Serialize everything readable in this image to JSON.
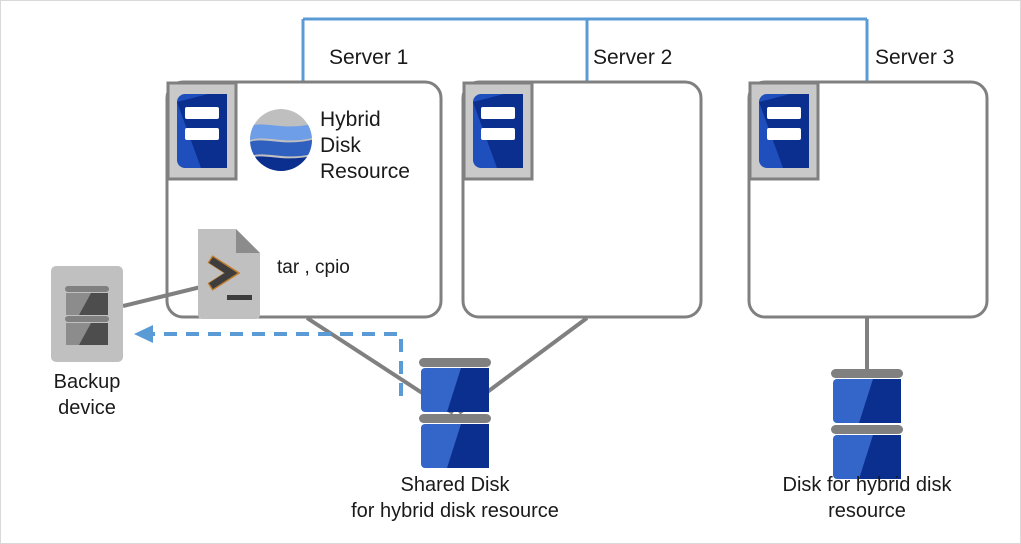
{
  "diagram": {
    "title": "Hybrid disk resource backup configuration",
    "colors": {
      "network_line": "#5b9bd5",
      "connector_line": "#808080",
      "server_box_border": "#808080",
      "disk_blue_light": "#3465c8",
      "disk_blue_dark": "#0b2f8f",
      "disk_cap_gray": "#808080",
      "icon_frame_gray": "#c9c9c9",
      "icon_frame_border": "#808080",
      "backup_gray_light": "#b3b3b3",
      "backup_gray_dark": "#4d4d4d",
      "script_page_gray": "#c0c0c0",
      "text": "#1a1a1a",
      "canvas_border": "#d9d9d9"
    },
    "network": {
      "name": "interconnect-bus",
      "orientation": "horizontal-bus-with-drops",
      "drop_count": 3
    },
    "servers": [
      {
        "id": "server-1",
        "label": "Server 1",
        "resources": [
          {
            "id": "hybrid-disk-resource",
            "icon": "globe-icon",
            "label": "Hybrid\nDisk\nResource",
            "label_lines": [
              "Hybrid",
              "Disk",
              "Resource"
            ]
          },
          {
            "id": "backup-command",
            "icon": "script-file-icon",
            "label": "tar , cpio"
          }
        ]
      },
      {
        "id": "server-2",
        "label": "Server 2",
        "resources": []
      },
      {
        "id": "server-3",
        "label": "Server 3",
        "resources": []
      }
    ],
    "storage": [
      {
        "id": "shared-disk",
        "icon": "disk-stack-icon",
        "caption_lines": [
          "Shared Disk",
          "for hybrid disk resource"
        ],
        "connected_to": [
          "server-1",
          "server-2"
        ]
      },
      {
        "id": "hybrid-disk",
        "icon": "disk-stack-icon",
        "caption_lines": [
          "Disk for hybrid disk",
          "resource"
        ],
        "connected_to": [
          "server-3"
        ]
      }
    ],
    "backup_device": {
      "id": "backup-device",
      "icon": "tape-drive-icon",
      "caption_lines": [
        "Backup",
        "device"
      ]
    },
    "flows": [
      {
        "id": "backup-data-flow",
        "style": "dashed",
        "color": "#5b9bd5",
        "direction": "shared-disk-to-backup-device",
        "arrow": "left"
      }
    ]
  }
}
